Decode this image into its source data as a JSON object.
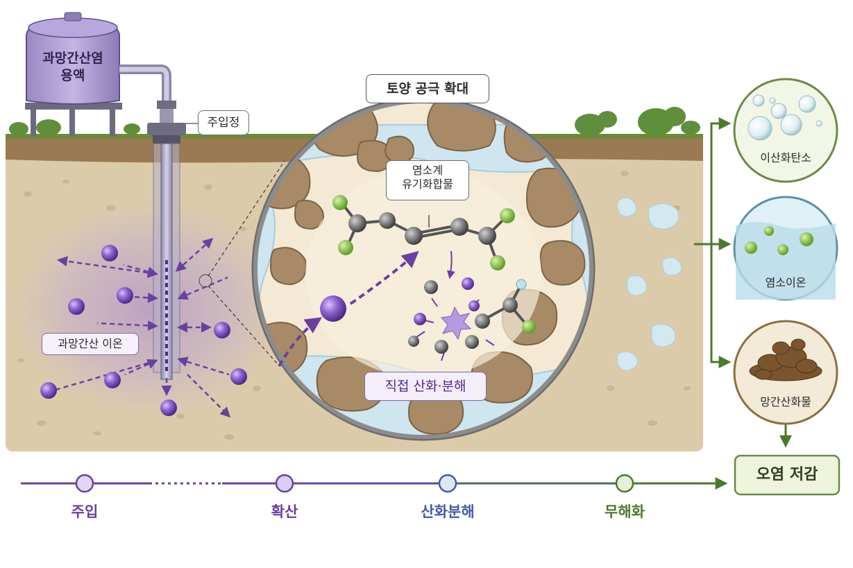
{
  "tank": {
    "label_line1": "과망간산염",
    "label_line2": "용액"
  },
  "labels": {
    "injection_well": "주입정",
    "permanganate_ion": "과망간산 이온",
    "zoom_title": "토양 공극 확대",
    "compound_line1": "염소계",
    "compound_line2": "유기화합물",
    "direct_oxidation": "직접 산화·분해"
  },
  "outputs": [
    {
      "label": "이산화탄소",
      "icon": "bubbles-icon"
    },
    {
      "label": "염소이온",
      "icon": "water-ions-icon"
    },
    {
      "label": "망간산화물",
      "icon": "rock-pile-icon"
    }
  ],
  "result": "오염 저감",
  "timeline": [
    {
      "label": "주입",
      "color": "#6b3fa0"
    },
    {
      "label": "확산",
      "color": "#6b3fa0"
    },
    {
      "label": "산화분해",
      "color": "#3f5aa8"
    },
    {
      "label": "무해화",
      "color": "#4a7a2a"
    }
  ],
  "colors": {
    "purple": "#6b3fa0",
    "ion": "#8a5cc8",
    "green": "#4a7a2a",
    "soil": "#dccbaa",
    "topsoil": "#9a7a52",
    "water": "#bfe0ef",
    "chlorine": "#8ccf3a",
    "carbon": "#6a6a6a"
  }
}
